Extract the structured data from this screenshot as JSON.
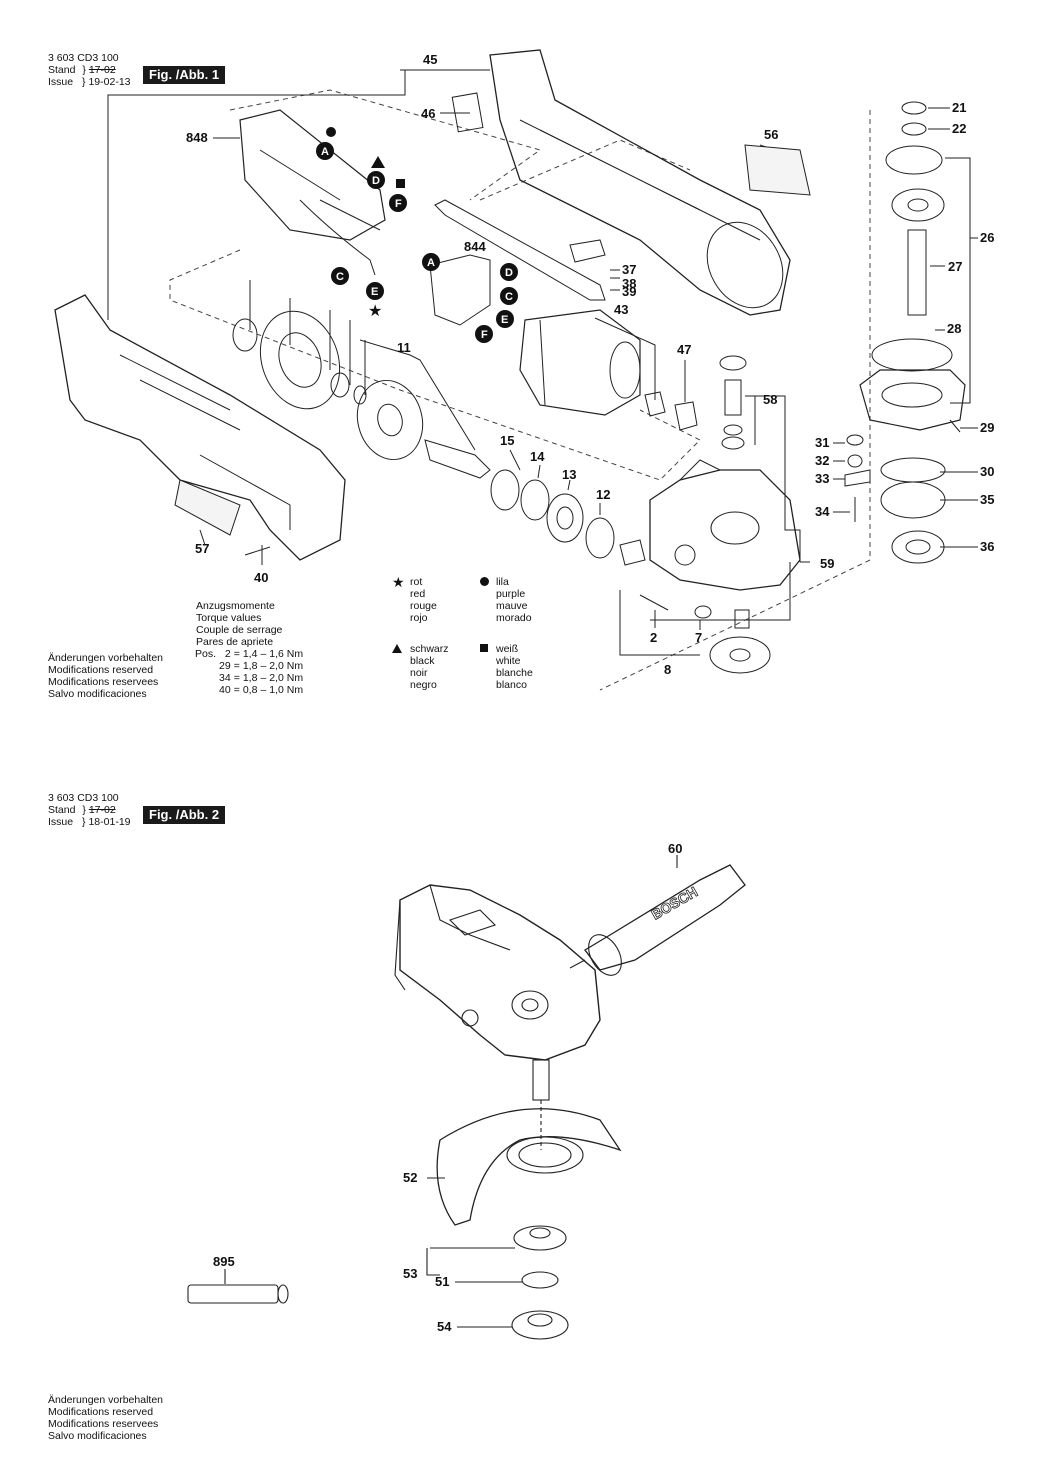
{
  "fig1": {
    "doc_number": "3 603 CD3 100",
    "stand_label": "Stand",
    "stand_value": "17-02",
    "issue_label": "Issue",
    "issue_value": "19-02-13",
    "fig_label": "Fig. /Abb. 1"
  },
  "fig2": {
    "doc_number": "3 603 CD3 100",
    "stand_label": "Stand",
    "stand_value": "17-02",
    "issue_label": "Issue",
    "issue_value": "18-01-19",
    "fig_label": "Fig. /Abb. 2"
  },
  "torque": {
    "lines": [
      "Anzugsmomente",
      "Torque values",
      "Couple de serrage",
      "Pares de apriete"
    ],
    "pos_label": "Pos.",
    "rows": [
      {
        "pos": "2",
        "eq": "=",
        "min": "1,4",
        "dash": "–",
        "max": "1,6 Nm"
      },
      {
        "pos": "29",
        "eq": "=",
        "min": "1,8",
        "dash": "–",
        "max": "2,0 Nm"
      },
      {
        "pos": "34",
        "eq": "=",
        "min": "1,8",
        "dash": "–",
        "max": "2,0 Nm"
      },
      {
        "pos": "40",
        "eq": "=",
        "min": "0,8",
        "dash": "–",
        "max": "1,0 Nm"
      }
    ]
  },
  "modifications": [
    "Änderungen vorbehalten",
    "Modifications reserved",
    "Modifications reservees",
    "Salvo modificaciones"
  ],
  "legend": {
    "star": [
      "rot",
      "red",
      "rouge",
      "rojo"
    ],
    "circle": [
      "lila",
      "purple",
      "mauve",
      "morado"
    ],
    "triangle": [
      "schwarz",
      "black",
      "noir",
      "negro"
    ],
    "square": [
      "weiß",
      "white",
      "blanche",
      "blanco"
    ]
  },
  "parts": {
    "p2": "2",
    "p7": "7",
    "p8": "8",
    "p11": "11",
    "p12": "12",
    "p13": "13",
    "p14": "14",
    "p15": "15",
    "p21": "21",
    "p22": "22",
    "p26": "26",
    "p27": "27",
    "p28": "28",
    "p29": "29",
    "p30": "30",
    "p31": "31",
    "p32": "32",
    "p33": "33",
    "p34": "34",
    "p35": "35",
    "p36": "36",
    "p37": "37",
    "p38": "38",
    "p39": "39",
    "p40": "40",
    "p43": "43",
    "p45": "45",
    "p46": "46",
    "p47": "47",
    "p51": "51",
    "p52": "52",
    "p53": "53",
    "p54": "54",
    "p56": "56",
    "p57": "57",
    "p58": "58",
    "p59": "59",
    "p60": "60",
    "p844": "844",
    "p848": "848",
    "p895": "895"
  },
  "badges": {
    "A": "A",
    "C": "C",
    "D": "D",
    "E": "E",
    "F": "F"
  },
  "brand": "BOSCH",
  "colors": {
    "ink": "#111111",
    "badge": "#111111",
    "fig_bg": "#1a1a1a"
  }
}
